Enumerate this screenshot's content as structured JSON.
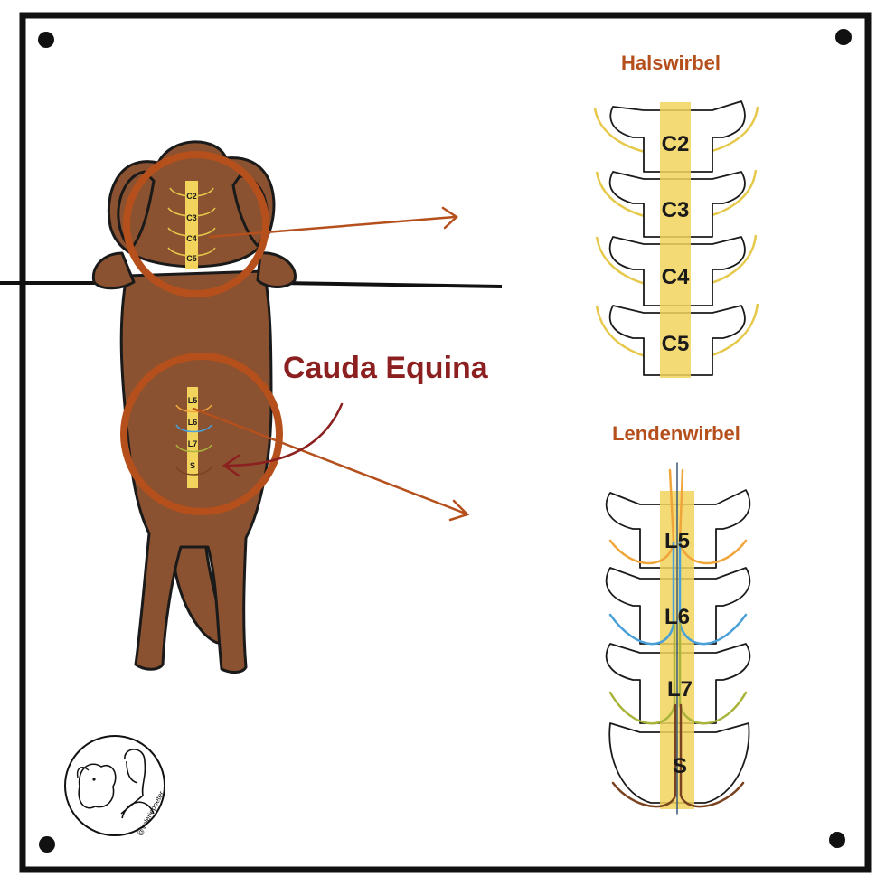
{
  "title": "Cauda Equina",
  "cervical": {
    "heading": "Halswirbel",
    "vertebrae": [
      "C2",
      "C3",
      "C4",
      "C5"
    ]
  },
  "lumbar": {
    "heading": "Lendenwirbel",
    "vertebrae": [
      "L5",
      "L6",
      "L7",
      "S"
    ]
  },
  "dog_labels": {
    "cervical": [
      "C2",
      "C3",
      "C4",
      "C5"
    ],
    "lumbar": [
      "L5",
      "L6",
      "L7",
      "S"
    ]
  },
  "logo": {
    "credit": "@valeriepoeter"
  },
  "colors": {
    "frame": "#111111",
    "dog": "#8a5230",
    "circle": "#b5501c",
    "arrow": "#b5501c",
    "title": "#8c1f1f",
    "heading": "#b5501c",
    "cord": "#f2d35c",
    "nerve_cervical": "#e6c84a",
    "nerve_l5": "#f0a53a",
    "nerve_l6": "#4aa0d8",
    "nerve_l7": "#a9b43a",
    "nerve_s": "#7a4320"
  },
  "icons": {
    "corner_dots": "screw-dot-icon",
    "logo": "dog-and-owner-logo-icon"
  }
}
